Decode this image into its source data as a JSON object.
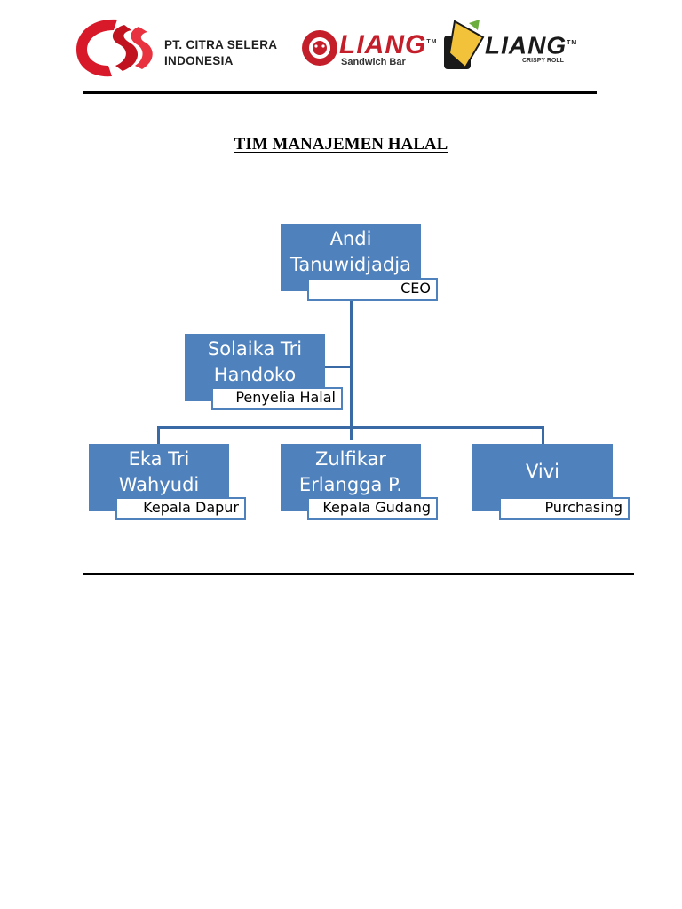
{
  "header": {
    "company_line1": "PT. CITRA SELERA",
    "company_line2": "INDONESIA",
    "brand1_name": "LIANG",
    "brand1_tm": "TM",
    "brand1_sub": "Sandwich Bar",
    "brand2_name": "LIANG",
    "brand2_tm": "TM",
    "brand2_sub": "CRISPY ROLL"
  },
  "title": "TIM MANAJEMEN HALAL",
  "org": {
    "ceo": {
      "name_line1": "Andi",
      "name_line2": "Tanuwidjadja",
      "role": "CEO"
    },
    "supervisor": {
      "name_line1": "Solaika Tri",
      "name_line2": "Handoko",
      "role": "Penyelia Halal"
    },
    "staff": [
      {
        "name_line1": "Eka Tri",
        "name_line2": "Wahyudi",
        "role": "Kepala Dapur"
      },
      {
        "name_line1": "Zulfikar",
        "name_line2": "Erlangga P.",
        "role": "Kepala Gudang"
      },
      {
        "name_line1": "Vivi",
        "name_line2": "",
        "role": "Purchasing"
      }
    ]
  },
  "colors": {
    "box_fill": "#4f81bd",
    "connector": "#3a6aa6",
    "logo_red": "#d7192a"
  }
}
